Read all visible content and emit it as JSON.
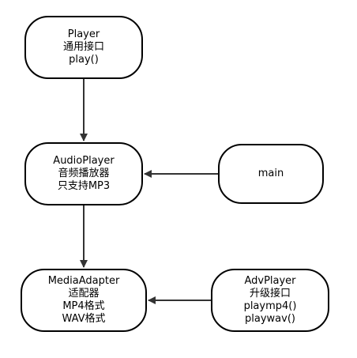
{
  "diagram": {
    "nodes": {
      "player": {
        "lines": [
          "Player",
          "通用接口",
          "play()"
        ]
      },
      "audio": {
        "lines": [
          "AudioPlayer",
          "音频播放器",
          "只支持MP3"
        ]
      },
      "main": {
        "lines": [
          "main"
        ]
      },
      "adapter": {
        "lines": [
          "MediaAdapter",
          "适配器",
          "MP4格式",
          "WAV格式"
        ]
      },
      "adv": {
        "lines": [
          "AdvPlayer",
          "升级接口",
          "playmp4()",
          "playwav()"
        ]
      }
    },
    "edges": [
      {
        "from": "player",
        "to": "audio"
      },
      {
        "from": "main",
        "to": "audio"
      },
      {
        "from": "audio",
        "to": "adapter"
      },
      {
        "from": "adv",
        "to": "adapter"
      }
    ]
  },
  "colors": {
    "stroke": "#000000",
    "connector": "#333333",
    "fill": "#ffffff"
  }
}
